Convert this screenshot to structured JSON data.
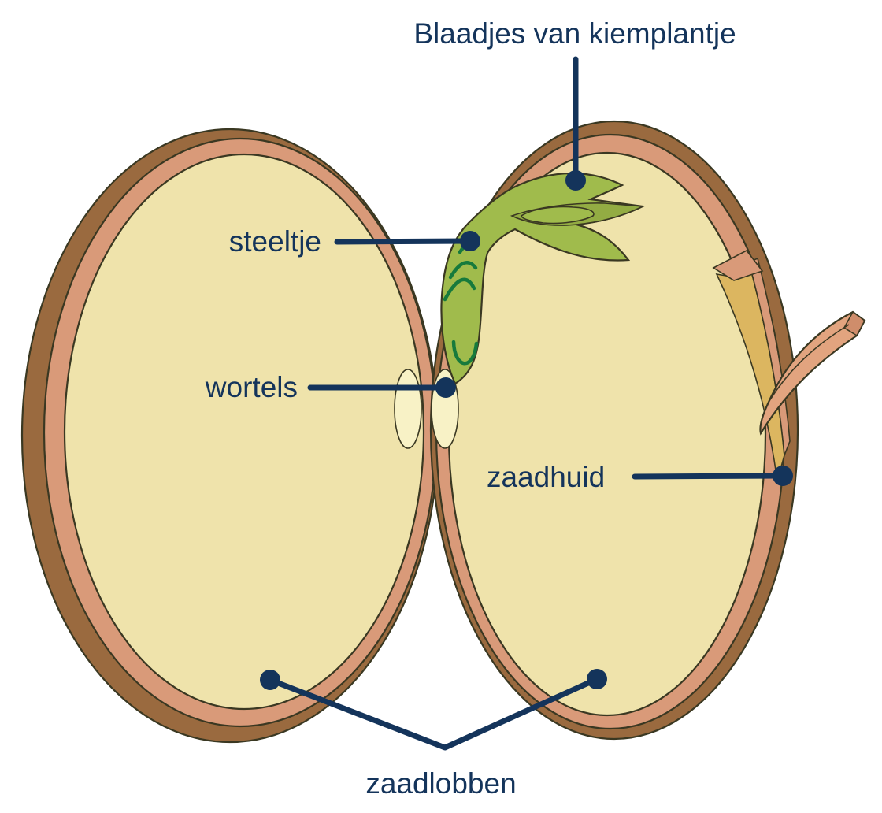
{
  "figure": {
    "background": "#ffffff",
    "labels": {
      "leaves": "Blaadjes van kiemplantje",
      "stem": "steeltje",
      "roots": "wortels",
      "seed_coat": "zaadhuid",
      "cotyledons": "zaadlobben"
    },
    "colors": {
      "annotation": "#14345b",
      "coat_outer_brown": "#9a6a3f",
      "coat_inner_salmon": "#d99a79",
      "coat_flap_salmon": "#e2a47f",
      "coat_flap_edge": "#cf8d6b",
      "cotyledon_cream": "#efe3ab",
      "peeled_surface_tan": "#dcb660",
      "seedling_green": "#a0bb4c",
      "seedling_green_dark": "#93ac43",
      "vein_dark_green": "#177a3c",
      "root_pale_yellow": "#f8f2c6",
      "outline": "#3a3822"
    }
  }
}
